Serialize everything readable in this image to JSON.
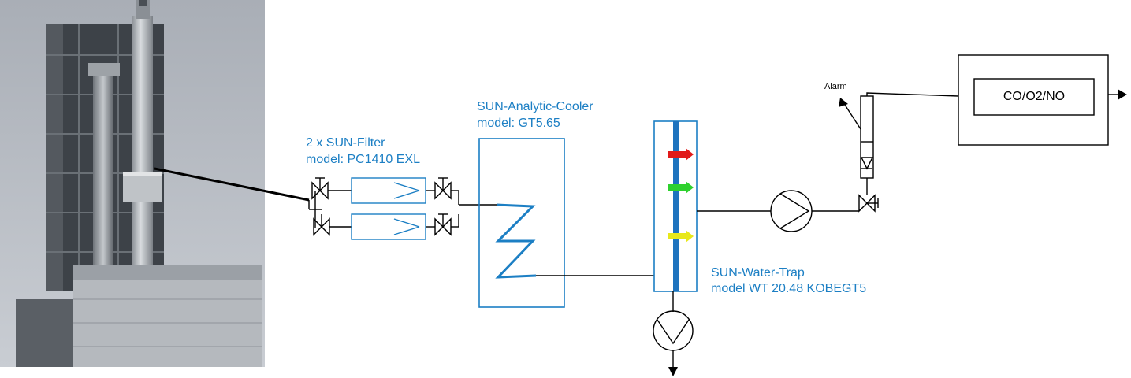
{
  "filter": {
    "line1": "2 x SUN-Filter",
    "line2": "model: PC1410 EXL"
  },
  "cooler": {
    "line1": "SUN-Analytic-Cooler",
    "line2": "model: GT5.65"
  },
  "water_trap": {
    "line1": "SUN-Water-Trap",
    "line2": "model WT 20.48 KOBEGT5",
    "arrow_colors": [
      "#e11a1a",
      "#2ed12e",
      "#e8e81a"
    ]
  },
  "alarm_label": "Alarm",
  "analyzer": {
    "label": "CO/O2/NO"
  },
  "colors": {
    "label_blue": "#1c7fc4",
    "line": "#000000",
    "diagram_blue": "#1e73be",
    "sky": "#b7bcc4"
  }
}
